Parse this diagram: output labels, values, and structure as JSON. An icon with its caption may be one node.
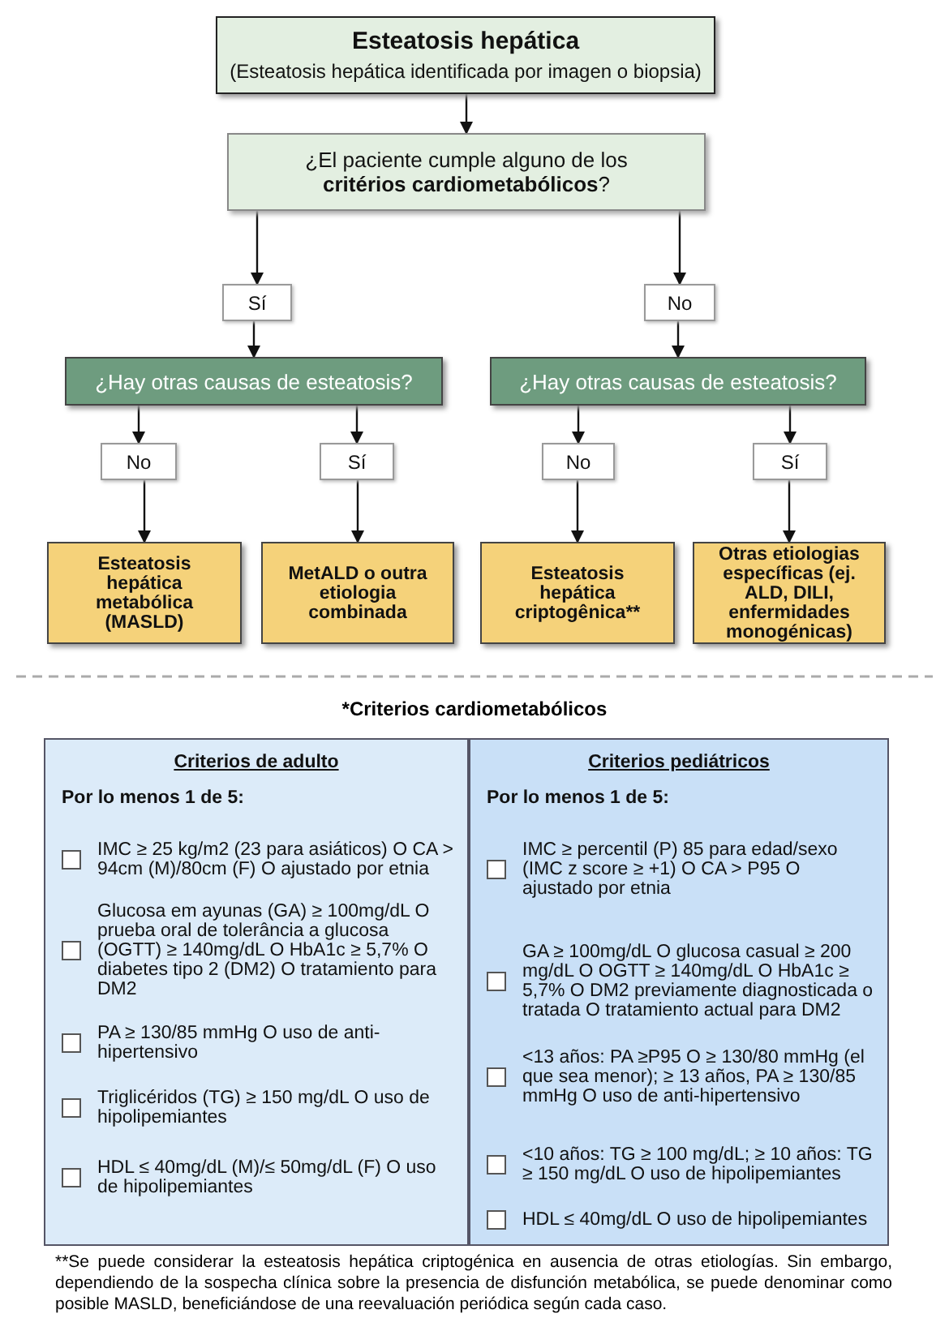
{
  "diagram": {
    "caption": "**Se puede considerar la esteatosis hepática criptogénica en ausencia de otras etiologías. Sin embargo, dependiendo de la sospecha clínica sobre la presencia de disfunción metabólica, se puede denominar como posible MASLD, beneficiándose de una reevaluación periódica según cada caso.",
    "nodes": [
      {
        "text": [
          "Esteatosis hepática",
          "(Esteatosis hepática identificada por imagen o biopsia)"
        ]
      },
      {
        "text": [
          "¿El paciente cumple alguno de los **critérios cardiometabólicos**?"
        ]
      },
      {
        "text": [
          "Sí"
        ]
      },
      {
        "text": [
          "No"
        ]
      },
      {
        "text": [
          "¿Hay otras causas de esteatosis?"
        ]
      },
      {
        "text": [
          "¿Hay otras causas de esteatosis?"
        ]
      },
      {
        "text": [
          "No"
        ]
      },
      {
        "text": [
          "Sí"
        ]
      },
      {
        "text": [
          "No"
        ]
      },
      {
        "text": [
          "Sí"
        ]
      },
      {
        "text": [
          "Esteatosis hepática metabólica (MASLD)"
        ]
      },
      {
        "text": [
          "MetALD o outra etiologia combinada"
        ]
      },
      {
        "text": [
          "Esteatosis hepática criptogênica**"
        ]
      },
      {
        "text": [
          "Otras etiologias específicas (ej. ALD, DILI, enfermidades monogénicas)"
        ]
      },
      {
        "text": [
          "Criterios de adulto",
          "Por lo menos 1 de 5:",
          "IMC ≥ 25 kg/m2 (23 para asiáticos) O CA > 94cm (M)/80cm (F) O ajustado por etnia",
          "Glucosa em ayunas (GA) ≥ 100mg/dL O prueba oral de tolerância a glucosa (OGTT) ≥ 140mg/dL O HbA1c ≥ 5,7% O diabetes tipo 2 (DM2) O tratamiento para DM2",
          "PA ≥ 130/85 mmHg O uso de anti-hipertensivo",
          "Triglicéridos (TG) ≥ 150 mg/dL  O uso de hipolipemiantes",
          "HDL ≤ 40mg/dL (M)/≤ 50mg/dL (F) O uso de hipolipemiantes"
        ]
      },
      {
        "text": [
          "Criterios pediátricos",
          "Por lo menos 1 de 5:",
          "IMC ≥ percentil (P) 85 para edad/sexo (IMC z score ≥ +1) O CA > P95 O ajustado por etnia",
          "GA ≥ 100mg/dL O glucosa casual ≥ 200 mg/dL O OGTT ≥ 140mg/dL O HbA1c ≥ 5,7% O DM2 previamente diagnosticada o tratada O tratamiento actual para DM2",
          "<13 años: PA ≥P95 O ≥ 130/80 mmHg (el que sea menor); ≥ 13 años, PA ≥ 130/85 mmHg O uso de anti-hipertensivo",
          "<10 años: TG ≥ 100 mg/dL; ≥ 10 años: TG ≥ 150 mg/dL O uso de hipolipemiantes",
          "HDL ≤ 40mg/dL O uso de hipolipemiantes"
        ]
      }
    ],
    "edges": [
      {
        "from": 0,
        "to": 1,
        "arrow": "to"
      },
      {
        "from": 1,
        "to": 2,
        "arrow": "to"
      },
      {
        "from": 1,
        "to": 3,
        "arrow": "to"
      },
      {
        "from": 2,
        "to": 4,
        "arrow": "to"
      },
      {
        "from": 3,
        "to": 5,
        "arrow": "to"
      },
      {
        "from": 4,
        "to": 6,
        "arrow": "to"
      },
      {
        "from": 4,
        "to": 7,
        "arrow": "to"
      },
      {
        "from": 5,
        "to": 8,
        "arrow": "to"
      },
      {
        "from": 5,
        "to": 9,
        "arrow": "to"
      },
      {
        "from": 6,
        "to": 10,
        "arrow": "to"
      },
      {
        "from": 7,
        "to": 11,
        "arrow": "to"
      },
      {
        "from": 8,
        "to": 12,
        "arrow": "to"
      },
      {
        "from": 9,
        "to": 13,
        "arrow": "to"
      }
    ],
    "labels": [
      "*Criterios cardiometabólicos"
    ]
  }
}
